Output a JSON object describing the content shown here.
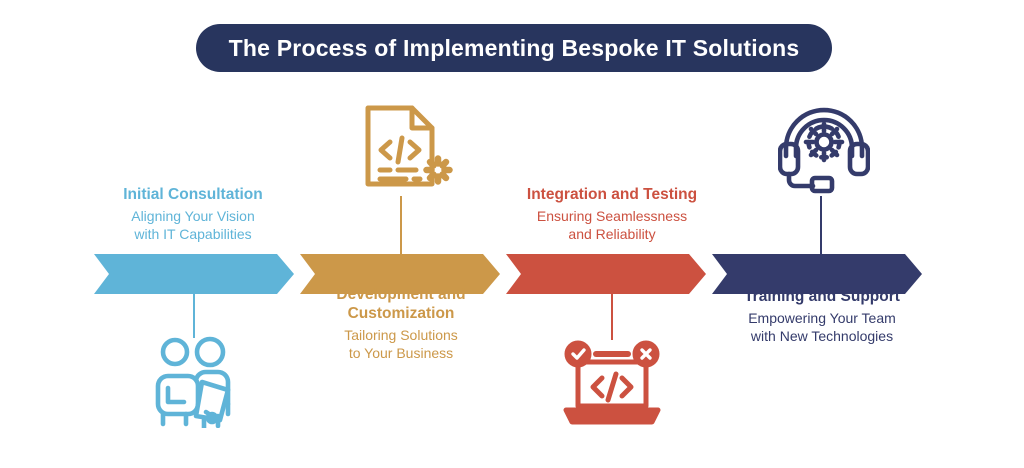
{
  "title": {
    "text": "The Process of Implementing Bespoke IT Solutions",
    "pill_color": "#28355E",
    "text_color": "#FFFFFF"
  },
  "palette": {
    "step1": "#5FB4D8",
    "step2": "#CC9849",
    "step3": "#CC5140",
    "step4": "#343B6B",
    "background": "#FFFFFF"
  },
  "diagram": {
    "type": "process-flow",
    "orientation": "horizontal",
    "step_count": 4,
    "layout_note": "alternating text above and below a chevron arrow band"
  },
  "steps": [
    {
      "index": "1",
      "heading": "Initial Consultation",
      "subtitle_line1": "Aligning Your Vision",
      "subtitle_line2": "with IT Capabilities",
      "color": "#5FB4D8",
      "text_position": "above",
      "icon_position": "below",
      "icon": "two-people-consulting-icon"
    },
    {
      "index": "2",
      "heading_line1": "Development and",
      "heading_line2": "Customization",
      "subtitle_line1": "Tailoring Solutions",
      "subtitle_line2": "to Your Business",
      "color": "#CC9849",
      "text_position": "below",
      "icon_position": "above",
      "icon": "code-document-gear-icon"
    },
    {
      "index": "3",
      "heading": "Integration and Testing",
      "subtitle_line1": "Ensuring Seamlessness",
      "subtitle_line2": "and Reliability",
      "color": "#CC5140",
      "text_position": "above",
      "icon_position": "below",
      "icon": "laptop-code-test-icon"
    },
    {
      "index": "4",
      "heading": "Training and Support",
      "subtitle_line1": "Empowering Your Team",
      "subtitle_line2": "with New Technologies",
      "color": "#343B6B",
      "text_position": "below",
      "icon_position": "above",
      "icon": "headset-gear-support-icon"
    }
  ]
}
